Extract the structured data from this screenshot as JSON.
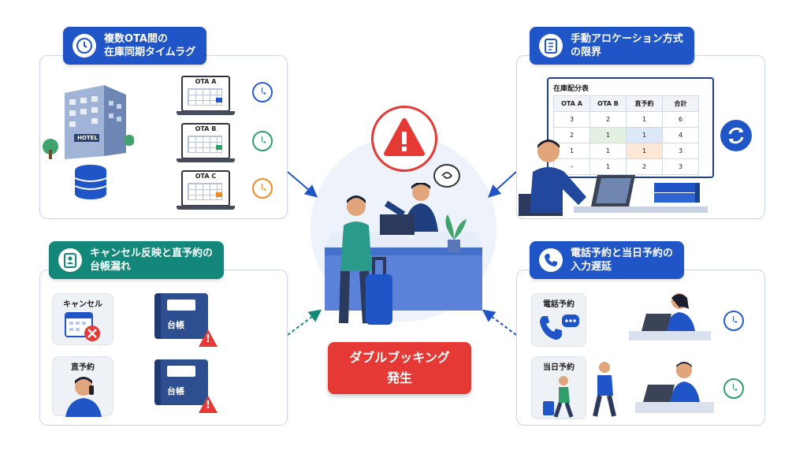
{
  "panels": {
    "top_left": {
      "title_line1": "複数OTA間の",
      "title_line2": "在庫同期タイムラグ",
      "hotel_sign": "HOTEL",
      "ota": [
        "OTA A",
        "OTA B",
        "OTA C"
      ]
    },
    "top_right": {
      "title_line1": "手動アロケーション方式",
      "title_line2": "の限界",
      "table_title": "在庫配分表",
      "table_headers": [
        "OTA A",
        "OTA B",
        "直予約",
        "合計"
      ],
      "table_rows": [
        [
          "3",
          "2",
          "1",
          "6"
        ],
        [
          "2",
          "1",
          "1",
          "4"
        ],
        [
          "1",
          "1",
          "1",
          "3"
        ],
        [
          "–",
          "1",
          "2",
          "3"
        ]
      ]
    },
    "bottom_left": {
      "title_line1": "キャンセル反映と直予約の",
      "title_line2": "台帳漏れ",
      "cancel_label": "キャンセル",
      "direct_label": "直予約",
      "ledger_label": "台帳"
    },
    "bottom_right": {
      "title_line1": "電話予約と当日予約の",
      "title_line2": "入力遅延",
      "phone_label": "電話予約",
      "sameday_label": "当日予約"
    }
  },
  "center": {
    "alert_line1": "ダブルブッキング",
    "alert_line2": "発生"
  },
  "colors": {
    "blue_header": "#1f55c6",
    "teal_header": "#12877a",
    "alert_red": "#e53935",
    "clock_blue": "#2a5dc9",
    "clock_green": "#2e9e6a",
    "clock_orange": "#f08a24"
  },
  "icons": [
    "clock-icon",
    "clipboard-icon",
    "contact-card-icon",
    "phone-icon",
    "warning-icon",
    "sync-icon",
    "database-icon"
  ]
}
